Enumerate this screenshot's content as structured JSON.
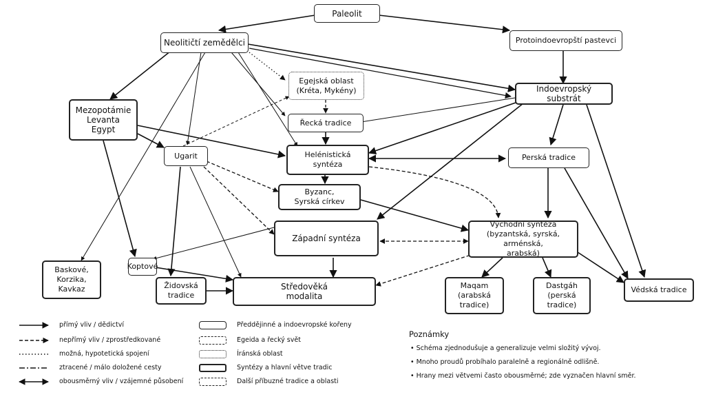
{
  "nodes": {
    "paleolit": "Paleolit",
    "neoliticti": "Neolitičtí zemědělci",
    "protoindo": "Protoindoevropští pastevci",
    "egejska": "Egejská oblast\n(Kréta, Mykény)",
    "indosubstrat": "Indoevropský substrát",
    "mezopotamie": "Mezopotámie\nLevanta\nEgypt",
    "recka": "Řecká tradice",
    "ugarit": "Ugarit",
    "helenisticka": "Helénistická\nsyntéza",
    "perska": "Perská tradice",
    "byzanc": "Byzanc,\nSyrská církev",
    "zapadni": "Západní syntéza",
    "vychodni": "Východní syntéza\n(byzantská, syrská, arménská,\narabská)",
    "baskove": "Baskové,\nKorzika,\nKavkaz",
    "koptove": "Koptové",
    "zidovska": "Židovská\ntradice",
    "stredoveka": "Středověká\nmodalita",
    "maqam": "Maqam\n(arabská\ntradice)",
    "dastgah": "Dastgáh\n(perská\ntradice)",
    "vedska": "Védská tradice"
  },
  "legend": {
    "lines": [
      "přímý vliv / dědictví",
      "nepřímý vliv / zprostředkované",
      "možná, hypotetická spojení",
      "ztracené / málo doložené cesty",
      "obousměrný vliv / vzájemné působení"
    ],
    "boxes": [
      "Předdějinné a indoevropské kořeny",
      "Egeida a řecký svět",
      "Íránská  oblast",
      "Syntézy a hlavní větve tradic",
      "Další příbuzné tradice a oblasti"
    ]
  },
  "notes": {
    "title": "Poznámky",
    "items": [
      "Schéma zjednodušuje a generalizuje velmi složitý vývoj.",
      "Mnoho proudů probíhalo paralelně a regionálně odlišně.",
      "Hrany mezi větvemi často obousměrné; zde vyznačen hlavní směr."
    ]
  }
}
